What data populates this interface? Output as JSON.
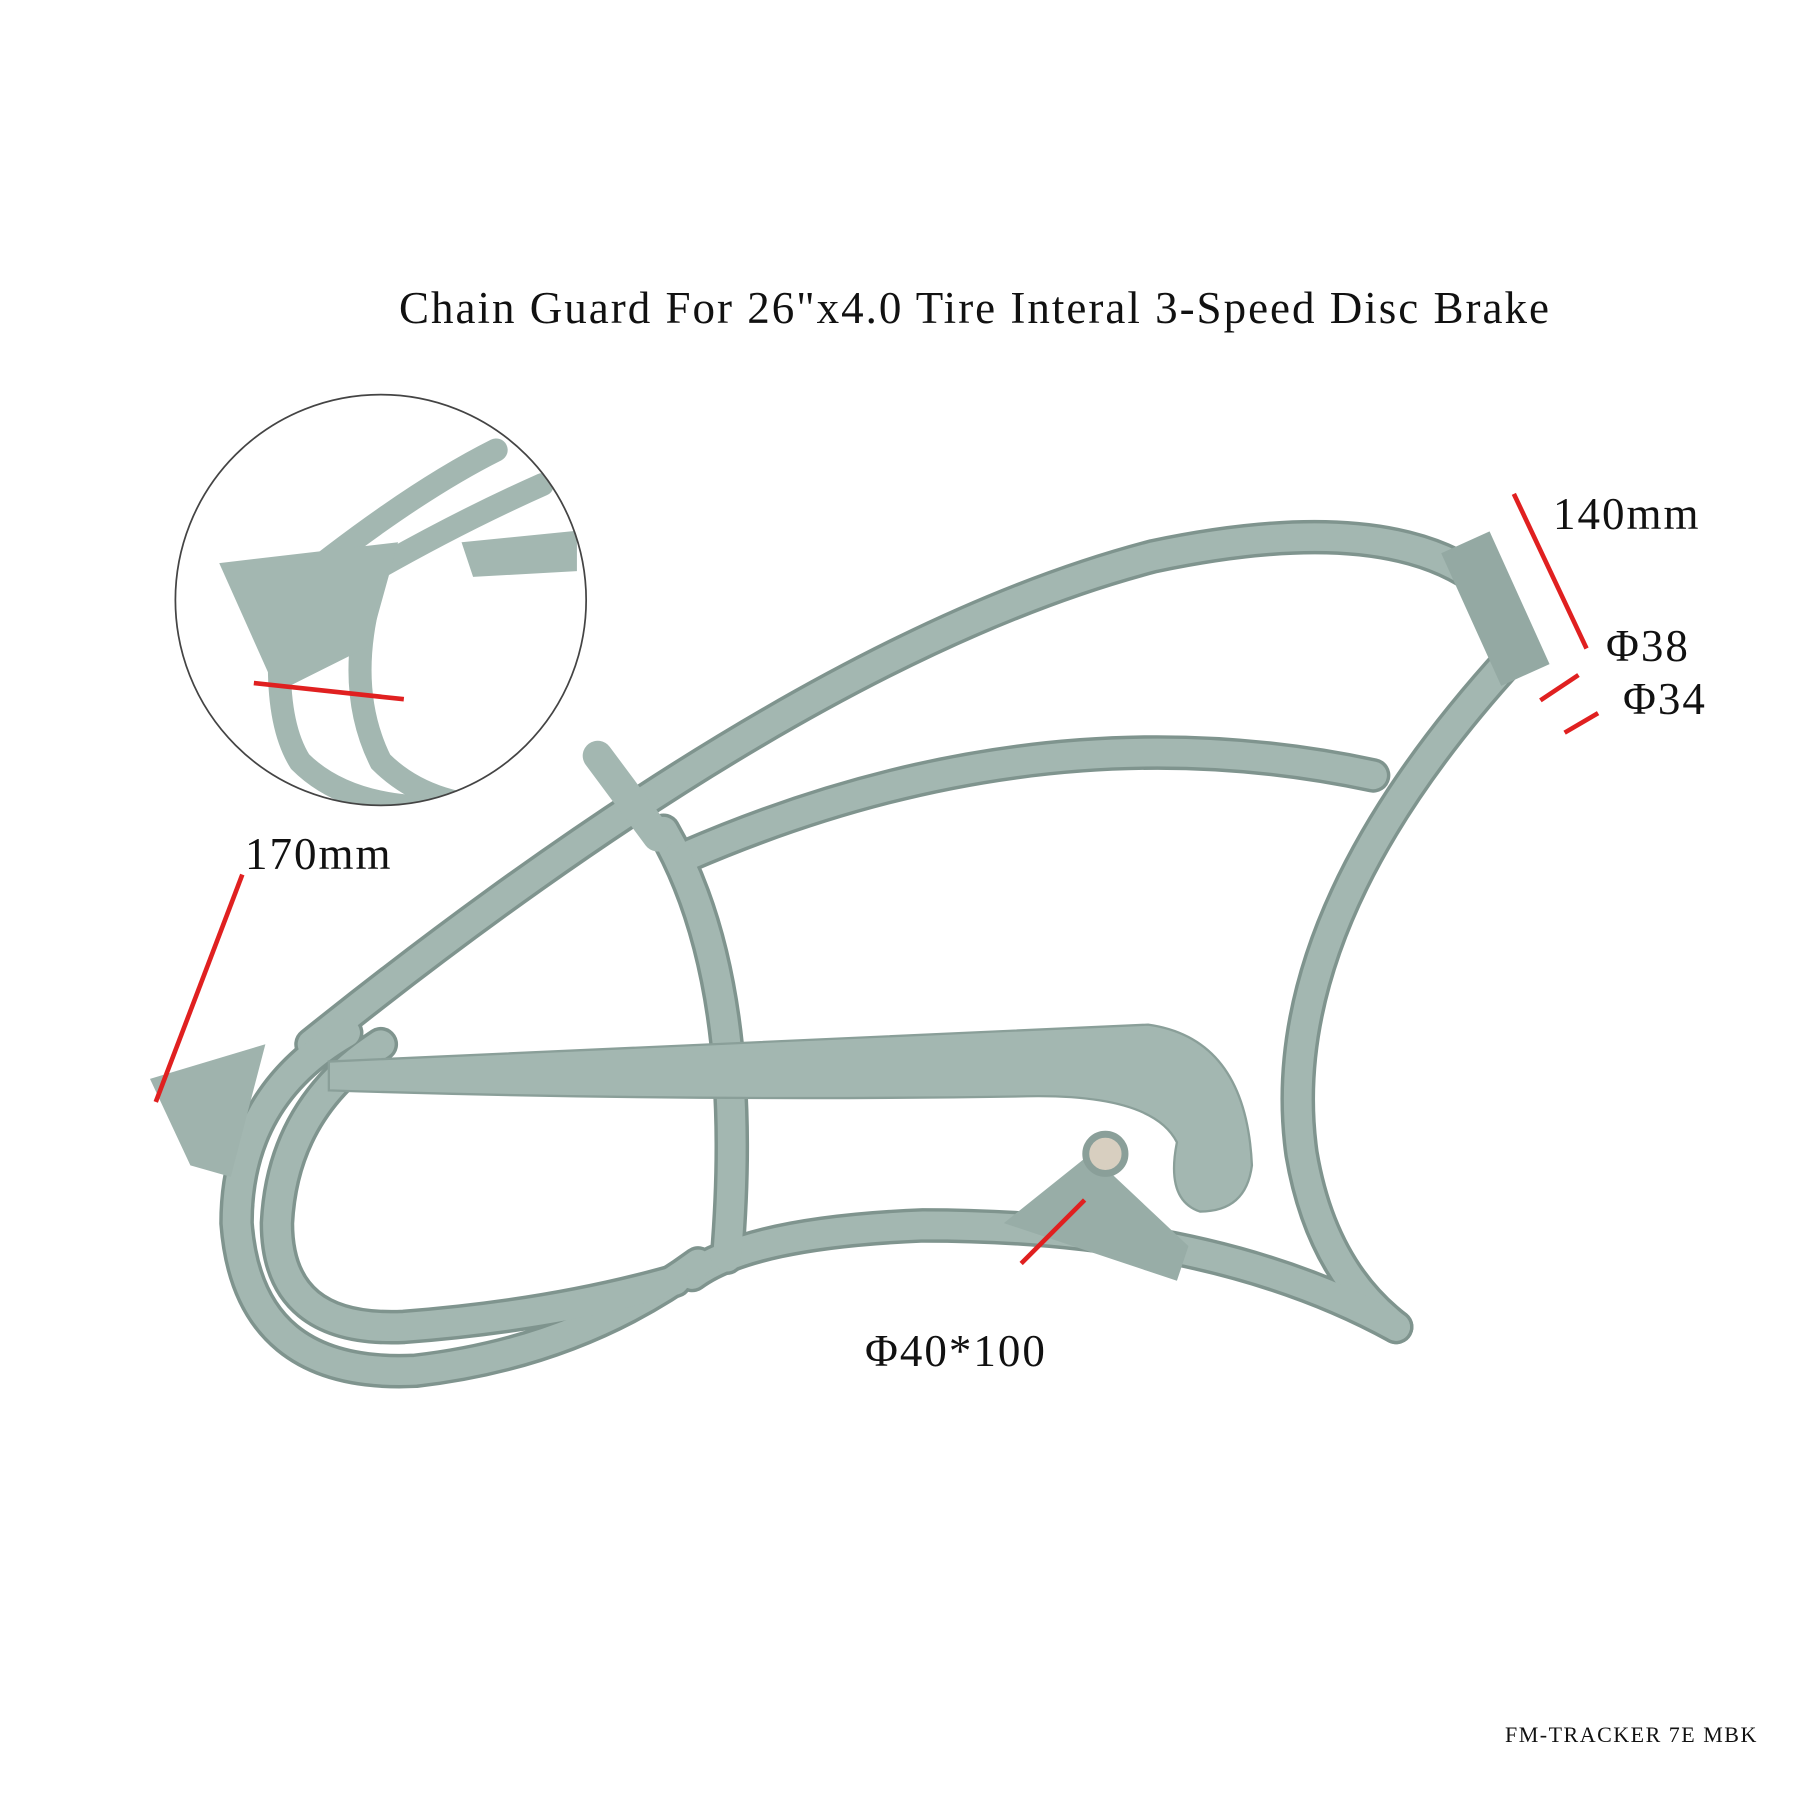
{
  "title": "Chain Guard For 26\"x4.0 Tire Interal 3-Speed Disc Brake",
  "dimensions": {
    "head_tube_length": "140mm",
    "head_tube_top_diameter": "Φ38",
    "head_tube_bottom_diameter": "Φ34",
    "rear_spacing": "170mm",
    "bottom_bracket": "Φ40*100"
  },
  "model": "FM-TRACKER 7E MBK",
  "colors": {
    "frame": "#a3b7b1",
    "frame_shade": "#7f948e",
    "arrow": "#e02020"
  }
}
